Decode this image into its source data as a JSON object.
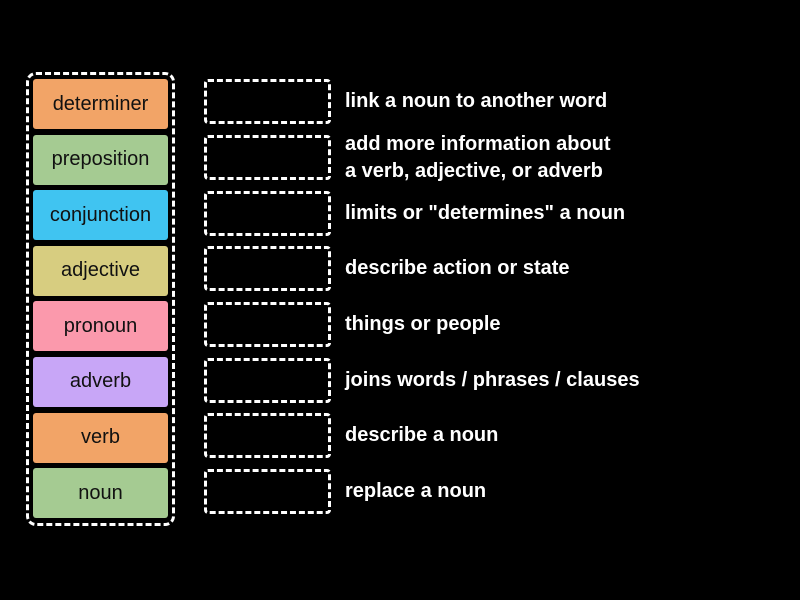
{
  "background_color": "#000000",
  "accent_dash_color": "#ffffff",
  "left_panel": {
    "tiles": [
      {
        "label": "determiner",
        "color": "#F2A467"
      },
      {
        "label": "preposition",
        "color": "#A5CB92"
      },
      {
        "label": "conjunction",
        "color": "#40C4F1"
      },
      {
        "label": "adjective",
        "color": "#D7CD80"
      },
      {
        "label": "pronoun",
        "color": "#FB99AC"
      },
      {
        "label": "adverb",
        "color": "#C8A6F7"
      },
      {
        "label": "verb",
        "color": "#F2A467"
      },
      {
        "label": "noun",
        "color": "#A5CB92"
      }
    ]
  },
  "rows": [
    {
      "definition": "link a noun to another word"
    },
    {
      "definition": [
        "add more information about",
        "a verb, adjective, or adverb"
      ]
    },
    {
      "definition": "limits or \"determines\" a noun"
    },
    {
      "definition": "describe action or state"
    },
    {
      "definition": "things or people"
    },
    {
      "definition": "joins words / phrases / clauses"
    },
    {
      "definition": "describe a noun"
    },
    {
      "definition": "replace a noun"
    }
  ]
}
